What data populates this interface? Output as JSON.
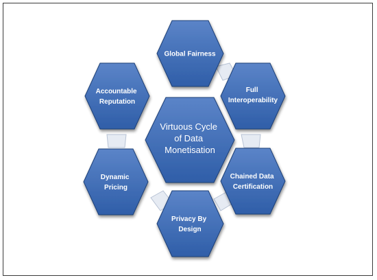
{
  "diagram": {
    "center": {
      "lines": [
        "Virtuous Cycle",
        "of Data",
        "Monetisation"
      ]
    },
    "nodes": [
      {
        "id": "global-fairness",
        "lines": [
          "Global Fairness"
        ]
      },
      {
        "id": "full-interoperability",
        "lines": [
          "Full",
          "Interoperability"
        ]
      },
      {
        "id": "chained-data-certification",
        "lines": [
          "Chained Data",
          "Certification"
        ]
      },
      {
        "id": "privacy-by-design",
        "lines": [
          "Privacy By",
          "Design"
        ]
      },
      {
        "id": "dynamic-pricing",
        "lines": [
          "Dynamic",
          "Pricing"
        ]
      },
      {
        "id": "accountable-reputation",
        "lines": [
          "Accountable",
          "Reputation"
        ]
      }
    ],
    "colors": {
      "hex_fill_top": "#5b84c8",
      "hex_fill_bottom": "#2f5ea8",
      "hex_stroke": "#1f3f76",
      "connector_fill": "#e6ebf3",
      "connector_stroke": "#b7c2d4"
    }
  }
}
